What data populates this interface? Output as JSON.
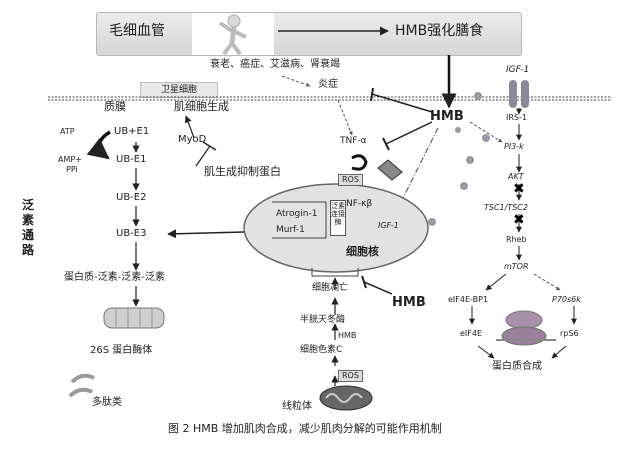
{
  "banner": {
    "left_label": "毛细血管",
    "right_label": "HMB强化膳食"
  },
  "diseases": "衰老、癌症、艾滋病、肾衰竭",
  "satellite_cell": "卫星细胞",
  "membrane": "质膜",
  "myogenesis": "肌细胞生成",
  "myod": "MyoD",
  "myostatin": "肌生成抑制蛋白",
  "atp": "ATP",
  "amp": "AMP+",
  "ppi": "PPi",
  "ubiquitin_pathway_label": "泛素通路",
  "ub_chain": [
    "UB+E1",
    "UB-E1",
    "UB-E2",
    "UB-E3"
  ],
  "protein_ub": "蛋白质-泛素-泛素-泛素",
  "proteasome": "26S 蛋白酶体",
  "polypeptides": "多肽类",
  "inflammation": "炎症",
  "hmb_top": "HMB",
  "hmb_mid": "HMB",
  "hmb_bottom": "HMB",
  "tnf": "TNF-α",
  "ros_top": "ROS",
  "ros_bottom": "ROS",
  "nfkb": "NF-κβ",
  "atrogin": "Atrogin-1",
  "murf": "Murf-1",
  "nucleus_box_text": "泛素连接酶",
  "igf_inner": "IGF-1",
  "nucleus": "细胞核",
  "apoptosis": "细胞凋亡",
  "caspase": "半胱天冬酶",
  "cytochrome": "细胞色素C",
  "mitochondria": "线粒体",
  "igf_top": "IGF-1",
  "irs": "IRS-1",
  "pi3k": "PI3-k",
  "akt": "AKT",
  "tsc": "TSC1/TSC2",
  "rheb": "Rheb",
  "mtor": "mTOR",
  "eif4ebp1": "eIF4E-BP1",
  "p70": "P70s6k",
  "eif4e": "eIF4E",
  "rps6": "rpS6",
  "protein_synthesis": "蛋白质合成",
  "caption": "图 2  HMB 增加肌肉合成，减少肌肉分解的可能作用机制",
  "colors": {
    "arrow": "#222222",
    "nucleus_fill": "#e2e2e2",
    "banner": "#dddddd"
  }
}
